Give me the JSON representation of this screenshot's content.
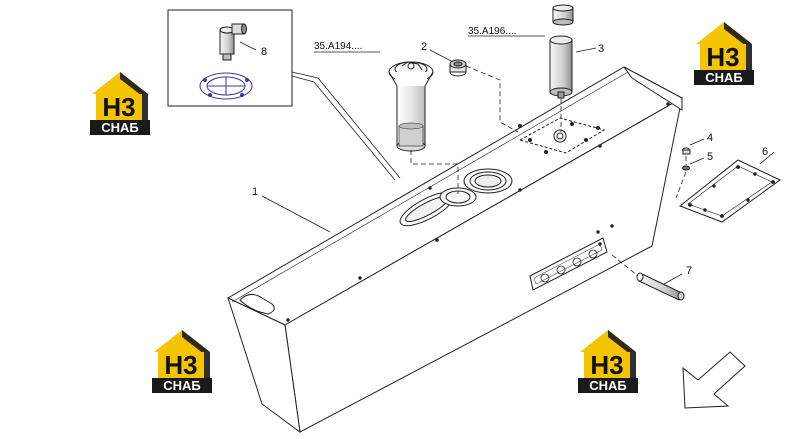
{
  "references": {
    "ref_a": "35.A194....",
    "ref_b": "35.A196...."
  },
  "callouts": {
    "c1": "1",
    "c2": "2",
    "c3": "3",
    "c4": "4",
    "c5": "5",
    "c6": "6",
    "c7": "7",
    "c8": "8"
  },
  "watermark": {
    "logo_letters": "H3",
    "logo_sub": "СНАБ",
    "color_yellow": "#f5c400",
    "color_dark": "#1a1a1a"
  },
  "colors": {
    "line": "#222222",
    "detail_part": "#3a3aa0"
  }
}
